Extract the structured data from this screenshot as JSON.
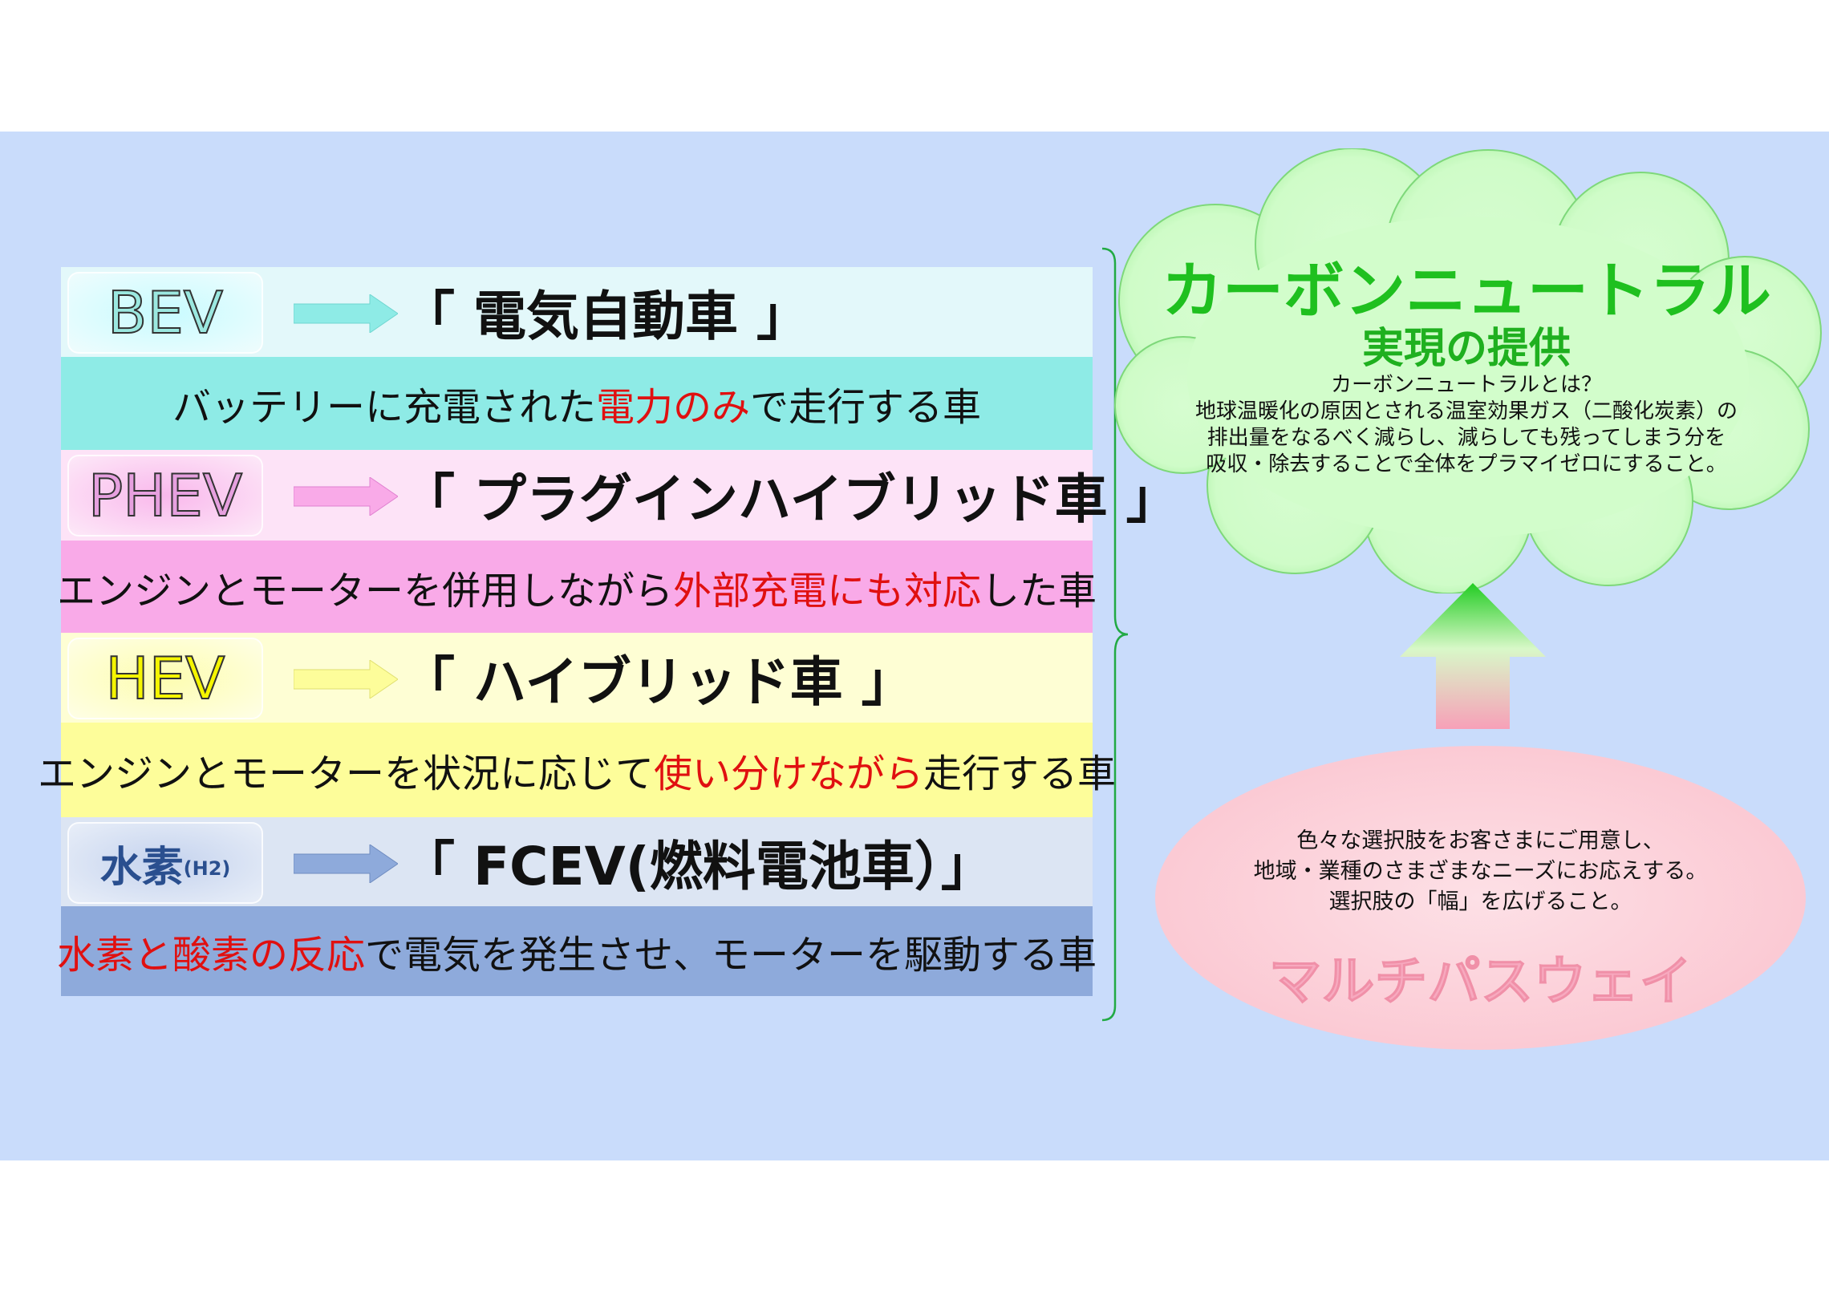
{
  "vehicles": [
    {
      "badge": "BEV",
      "name": "「 電気自動車 」",
      "desc_pre": "バッテリーに充電された",
      "desc_hl": "電力のみ",
      "desc_post": "で走行する車"
    },
    {
      "badge": "PHEV",
      "name": "「 プラグインハイブリッド車 」",
      "desc_pre": "エンジンとモーターを併用しながら",
      "desc_hl": "外部充電にも対応",
      "desc_post": "した車"
    },
    {
      "badge": "HEV",
      "name": "「 ハイブリッド車 」",
      "desc_pre": "エンジンとモーターを状況に応じて",
      "desc_hl": "使い分けながら",
      "desc_post": "走行する車"
    },
    {
      "badge": "水素",
      "badge_sub": "(H2)",
      "name": "「 FCEV(燃料電池車）」",
      "desc_pre": "",
      "desc_hl": "水素と酸素の反応",
      "desc_post": "で電気を発生させ、モーターを駆動する車"
    }
  ],
  "carbon": {
    "title": "カーボンニュートラル",
    "subtitle": "実現の提供",
    "lines": [
      "カーボンニュートラルとは？",
      "地球温暖化の原因とされる温室効果ガス（二酸化炭素）の",
      "排出量をなるべく減らし、減らしても残ってしまう分を",
      "吸収・除去することで全体をプラマイゼロにすること。"
    ]
  },
  "multipathway": {
    "lines": [
      "色々な選択肢をお客さまにご用意し、",
      "地域・業種のさまざまなニーズにお応えする。",
      "選択肢の「幅」を広げること。"
    ],
    "title": "マルチパスウェイ"
  },
  "colors": {
    "bev": "#8eebe6",
    "phev": "#f9aae8",
    "hev": "#fdfd9a",
    "fcev": "#8eaadb",
    "highlight": "#e01010",
    "carbon_green": "#1fc01f"
  }
}
